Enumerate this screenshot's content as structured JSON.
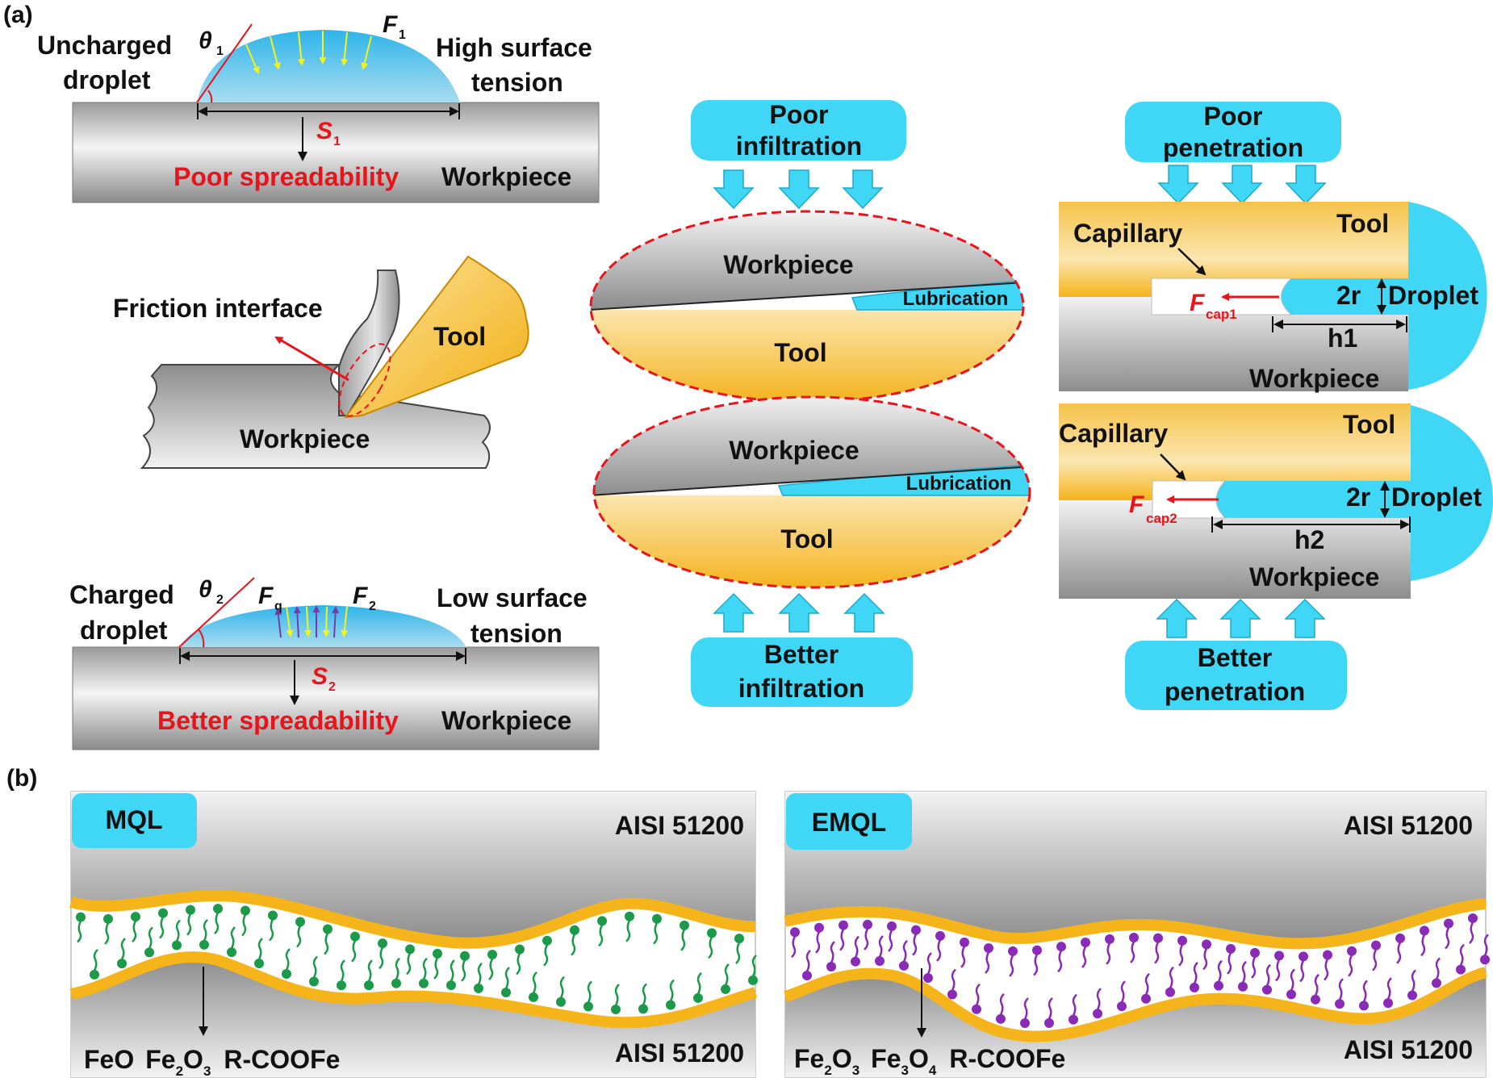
{
  "panel_a": {
    "tag": "(a)",
    "uncharged": {
      "left_label_1": "Uncharged",
      "left_label_2": "droplet",
      "theta": "θ",
      "theta_sub": "1",
      "force": "F",
      "force_sub": "1",
      "right_label_1": "High surface",
      "right_label_2": "tension",
      "spread": "S",
      "spread_sub": "1",
      "result": "Poor spreadability",
      "surface": "Workpiece"
    },
    "cutting": {
      "friction": "Friction interface",
      "tool": "Tool",
      "workpiece": "Workpiece"
    },
    "charged": {
      "left_label_1": "Charged",
      "left_label_2": "droplet",
      "theta": "θ",
      "theta_sub": "2",
      "fq": "F",
      "fq_sub": "q",
      "force": "F",
      "force_sub": "2",
      "right_label_1": "Low surface",
      "right_label_2": "tension",
      "spread": "S",
      "spread_sub": "2",
      "result": "Better spreadability",
      "surface": "Workpiece"
    },
    "infiltration": {
      "poor_1": "Poor",
      "poor_2": "infiltration",
      "better_1": "Better",
      "better_2": "infiltration",
      "top_workpiece": "Workpiece",
      "top_lubrication": "Lubrication",
      "top_tool": "Tool",
      "bottom_workpiece": "Workpiece",
      "bottom_lubrication": "Lubrication",
      "bottom_tool": "Tool"
    },
    "penetration": {
      "poor_1": "Poor",
      "poor_2": "penetration",
      "better_1": "Better",
      "better_2": "penetration",
      "top_tool": "Tool",
      "top_capillary": "Capillary",
      "top_force": "F",
      "top_force_sub": "cap1",
      "top_radius": "2r",
      "top_droplet": "Droplet",
      "top_h": "h1",
      "top_workpiece": "Workpiece",
      "bottom_tool": "Tool",
      "bottom_capillary": "Capillary",
      "bottom_force": "F",
      "bottom_force_sub": "cap2",
      "bottom_radius": "2r",
      "bottom_droplet": "Droplet",
      "bottom_h": "h2",
      "bottom_workpiece": "Workpiece"
    }
  },
  "panel_b": {
    "tag": "(b)",
    "mql": {
      "badge": "MQL",
      "top_material": "AISI 51200",
      "bottom_material": "AISI 51200",
      "products": [
        "FeO",
        "Fe",
        "2",
        "O",
        "3",
        "R-COOFe"
      ]
    },
    "emql": {
      "badge": "EMQL",
      "top_material": "AISI 51200",
      "bottom_material": "AISI 51200",
      "products": [
        "Fe",
        "2",
        "O",
        "3",
        "Fe",
        "3",
        "O",
        "4",
        "R-COOFe"
      ]
    }
  },
  "colors": {
    "steel_light": "#f2f2f2",
    "steel_dark": "#8e8e8e",
    "cyan": "#3fd7f5",
    "tool_gold": "#f4b41a",
    "tool_light": "#fbe3a6",
    "red": "#e8141c",
    "green_molecule": "#1c9a4a",
    "purple_molecule": "#8a2bb8",
    "yellow_arrow": "#f3f31c"
  }
}
